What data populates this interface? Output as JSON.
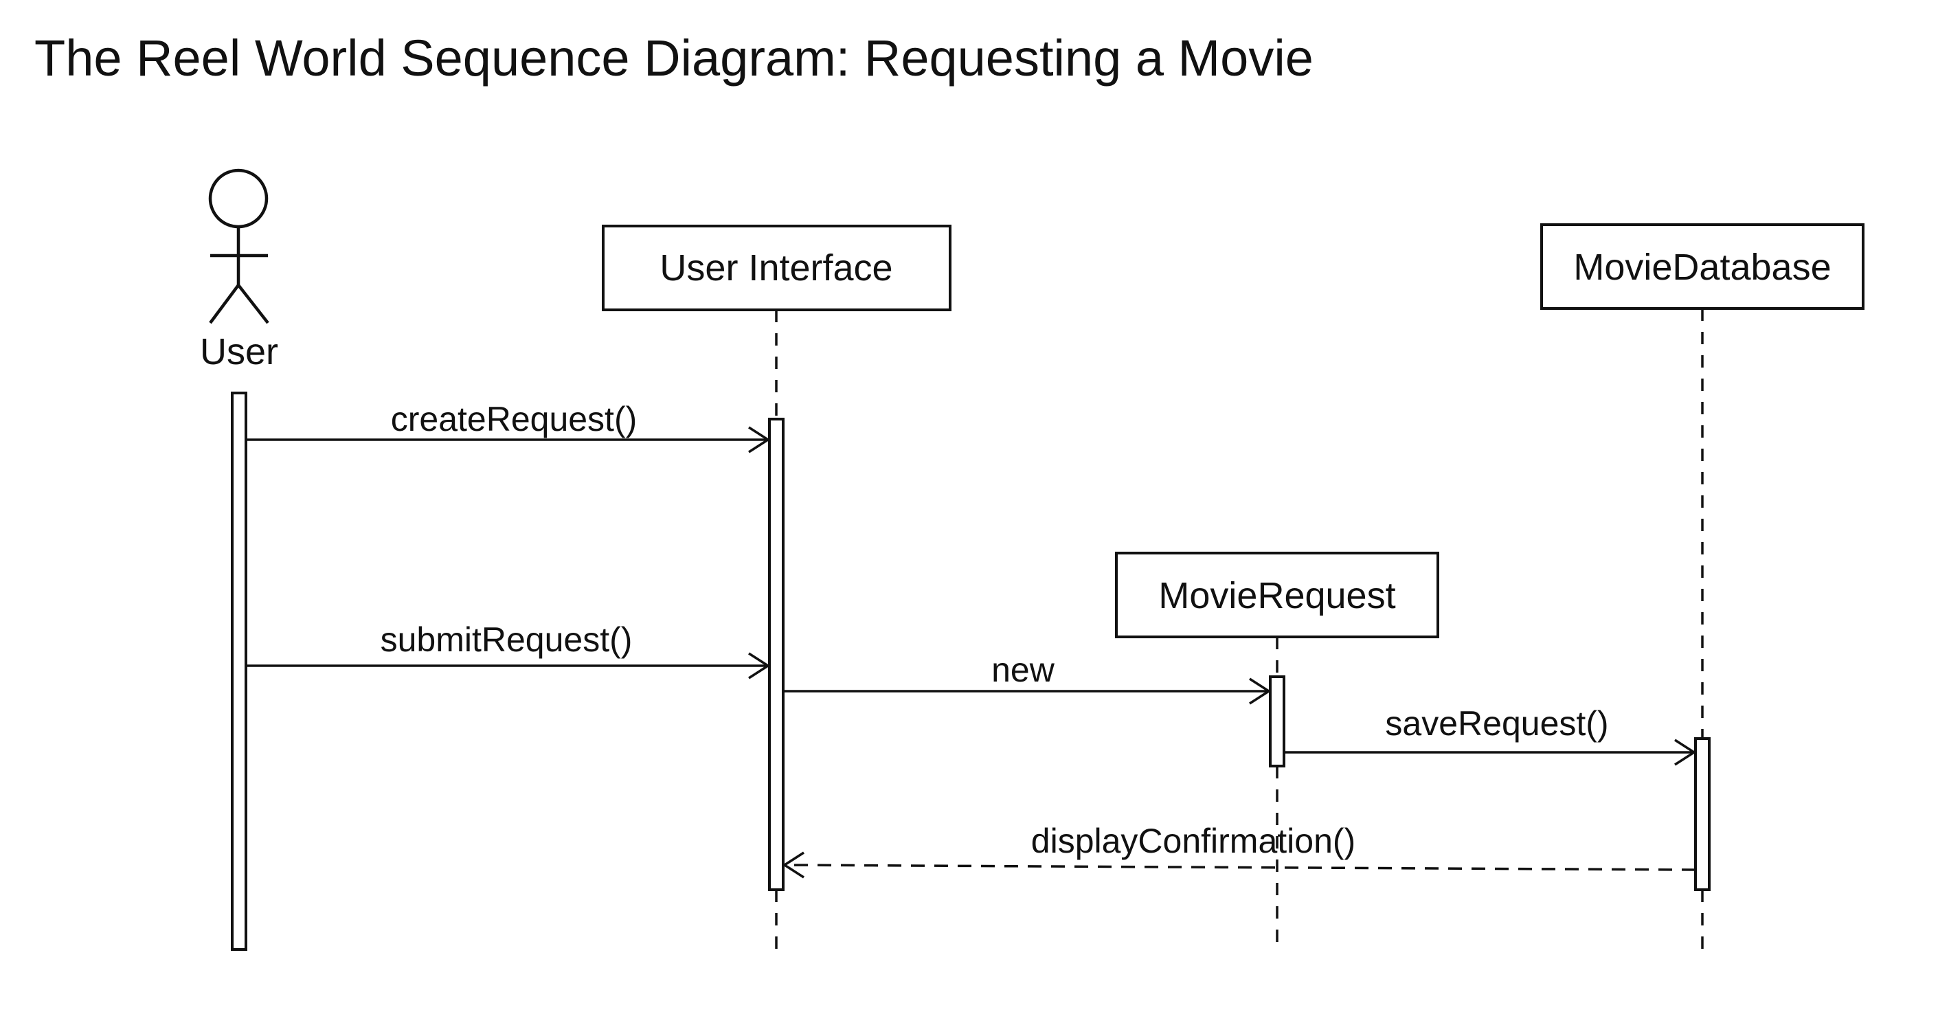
{
  "title": "The Reel World Sequence Diagram: Requesting a Movie",
  "actor": {
    "label": "User",
    "icon": "stick-figure-icon"
  },
  "objects": {
    "user_interface": "User Interface",
    "movie_request": "MovieRequest",
    "movie_database": "MovieDatabase"
  },
  "messages": {
    "create_request": "createRequest()",
    "submit_request": "submitRequest()",
    "new": "new",
    "save_request": "saveRequest()",
    "display_confirmation": "displayConfirmation()"
  },
  "colors": {
    "line": "#111111",
    "background": "#ffffff"
  }
}
